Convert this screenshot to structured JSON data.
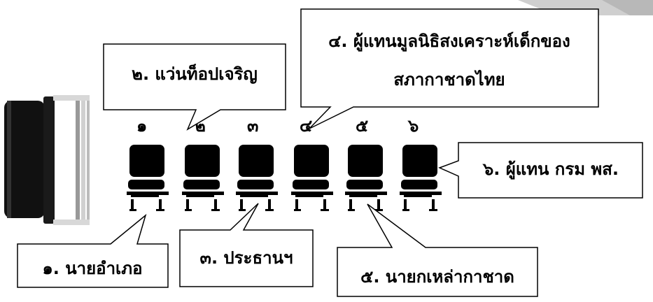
{
  "seat_numbers": [
    "๑",
    "๒",
    "๓",
    "๔",
    "๕",
    "๖"
  ],
  "callouts": {
    "c1": "๑. นายอำเภอ",
    "c2": "๒. แว่นท็อปเจริญ",
    "c3": "๓. ประธานฯ",
    "c4_line1": "๔. ผู้แทนมูลนิธิสงเคราะห์เด็กของ",
    "c4_line2": "สภากาชาดไทย",
    "c5": "๕. นายกเหล่ากาชาด",
    "c6": "๖. ผู้แทน กรม พส."
  }
}
